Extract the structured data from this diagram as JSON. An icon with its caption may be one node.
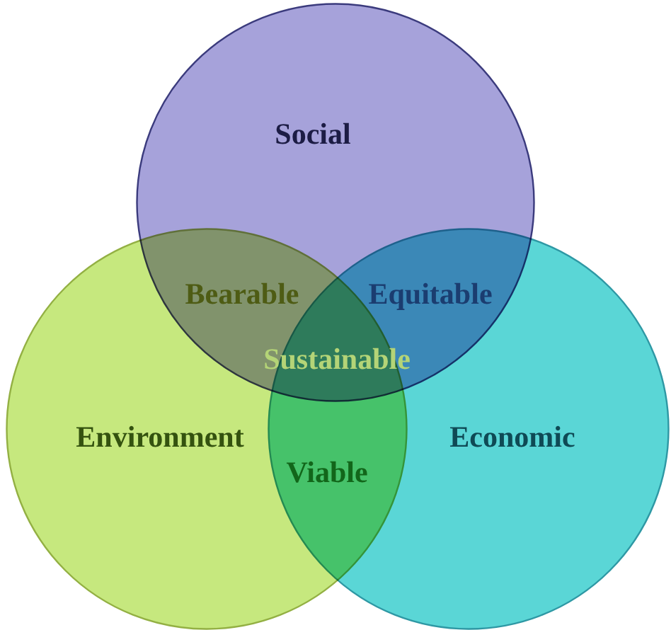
{
  "diagram": {
    "nodes": [
      {
        "text": [
          "Social"
        ]
      },
      {
        "text": [
          "Environment"
        ]
      },
      {
        "text": [
          "Economic"
        ]
      }
    ],
    "edges": [],
    "labels": [
      "Bearable",
      "Equitable",
      "Sustainable",
      "Viable"
    ]
  }
}
